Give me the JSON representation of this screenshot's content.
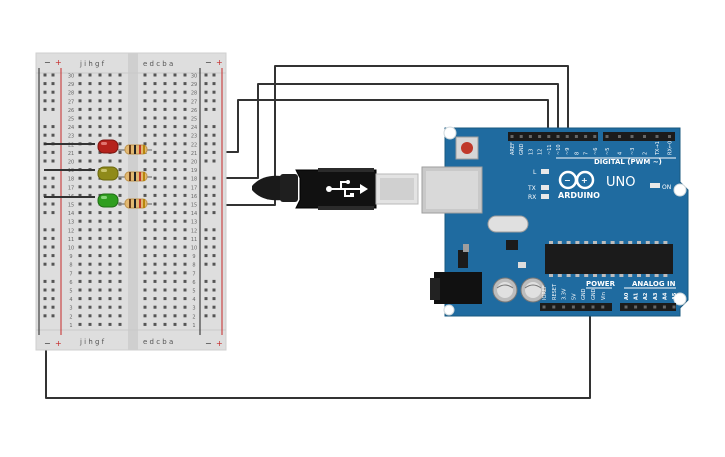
{
  "breadboard": {
    "column_letters_left": "j i h g f",
    "column_letters_right": "e d c b a",
    "rail_minus": "−",
    "rail_plus": "+",
    "row_numbers_top": [
      "30",
      "29",
      "28",
      "27",
      "26",
      "25",
      "24",
      "23",
      "22",
      "21",
      "20",
      "19",
      "18",
      "17",
      "16",
      "15",
      "14",
      "13",
      "12",
      "11",
      "10",
      "9",
      "8",
      "7",
      "6",
      "5",
      "4",
      "3",
      "2",
      "1"
    ]
  },
  "leds": [
    {
      "name": "red",
      "color": "#b5221c"
    },
    {
      "name": "yellow",
      "color": "#8f8a1a"
    },
    {
      "name": "green",
      "color": "#2f9e1f"
    }
  ],
  "arduino": {
    "brand": "ARDUINO",
    "model": "UNO",
    "digital_label": "DIGITAL (PWM ~)",
    "power_label": "POWER",
    "analog_label": "ANALOG IN",
    "on_label": "ON",
    "l_label": "L",
    "tx_label": "TX",
    "rx_label": "RX",
    "digital_pins": [
      "AREF",
      "GND",
      "13",
      "12",
      "~11",
      "~10",
      "~9",
      "8",
      "7",
      "~6",
      "~5",
      "4",
      "~3",
      "2",
      "TX→1",
      "RX←0"
    ],
    "power_pins": [
      "IOREF",
      "RESET",
      "3.3V",
      "5V",
      "GND",
      "GND",
      "Vin"
    ],
    "analog_pins": [
      "A0",
      "A1",
      "A2",
      "A3",
      "A4",
      "A5"
    ]
  }
}
